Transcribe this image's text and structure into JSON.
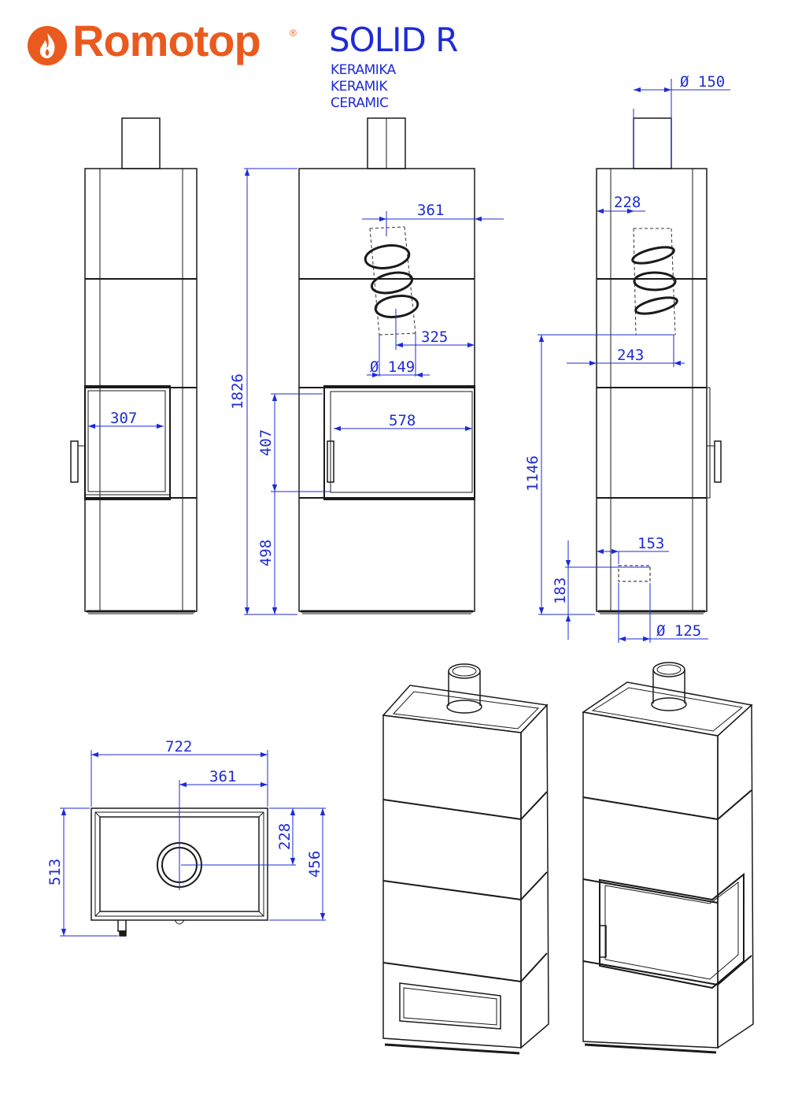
{
  "brand": {
    "name": "Romotop",
    "registered": "®",
    "color": "#ea5a1e",
    "logo_icon": "flame-icon"
  },
  "model": "SOLID R",
  "variants": [
    "KERAMIKA",
    "KERAMIK",
    "CERAMIC"
  ],
  "dimension_color": "#1e2bd6",
  "dimensions": {
    "flue_diameter_top": "Ø 150",
    "total_height": "1826",
    "flue_offset_front": "361",
    "flue_offset_side": "228",
    "flue_lower_front": "325",
    "flue_lower_side": "243",
    "flue_inner_diameter": "Ø 149",
    "door_width_side": "307",
    "door_width_front": "578",
    "door_height": "407",
    "door_base_height": "498",
    "rear_outlet_height": "1146",
    "air_inlet_offset": "153",
    "air_inlet_height": "183",
    "air_inlet_diameter": "Ø 125",
    "plan_width": "722",
    "plan_center": "361",
    "plan_flue_depth": "228",
    "plan_depth": "513",
    "plan_inner_depth": "456"
  }
}
